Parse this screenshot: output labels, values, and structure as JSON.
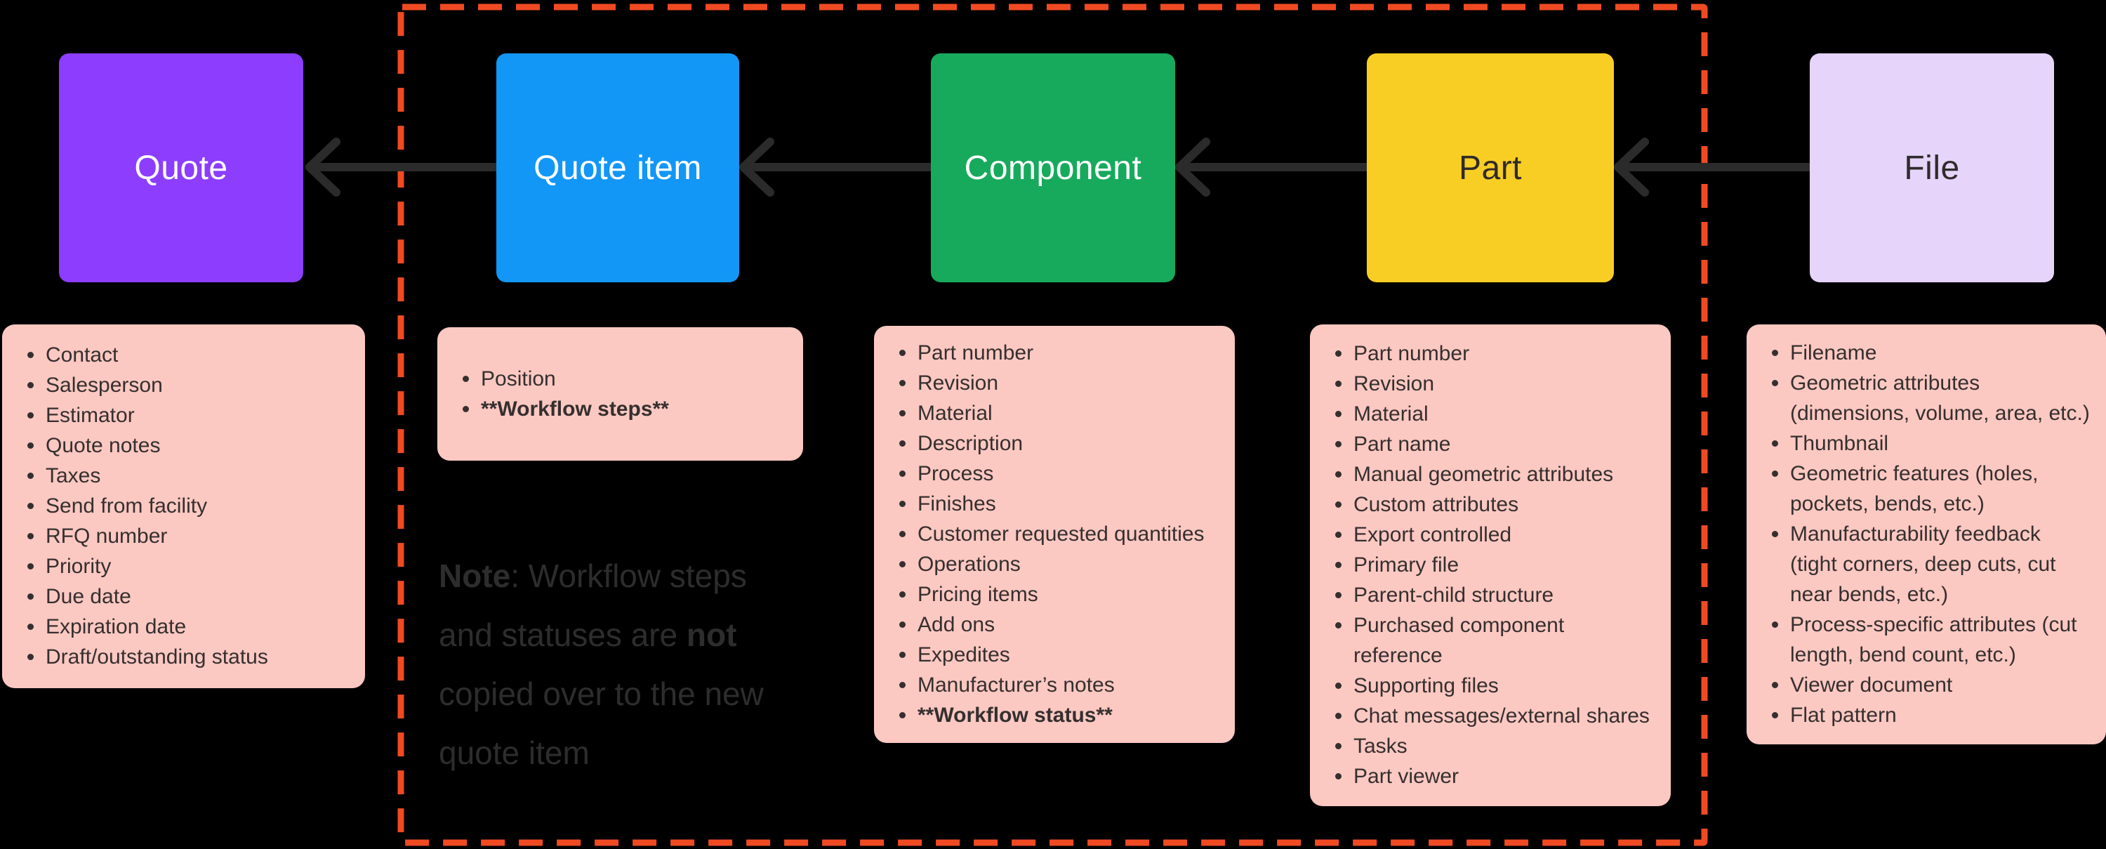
{
  "colors": {
    "background": "#000000",
    "list_bg": "#FCC8C2",
    "list_text": "#352F2F",
    "dashed_border": "#F04A23",
    "arrow": "#2B2B2B",
    "note_text": "#2D2D2D"
  },
  "nodes": [
    {
      "label": "Quote",
      "color": "#8C3DFE",
      "text_color": "#FFFFFF"
    },
    {
      "label": "Quote item",
      "color": "#1297F6",
      "text_color": "#FFFFFF"
    },
    {
      "label": "Component",
      "color": "#17AA5C",
      "text_color": "#FFFFFF"
    },
    {
      "label": "Part",
      "color": "#F8CE25",
      "text_color": "#2F2B2B"
    },
    {
      "label": "File",
      "color": "#E6D4FB",
      "text_color": "#2F2B2B"
    }
  ],
  "arrows": [
    {
      "from": "Quote item",
      "to": "Quote"
    },
    {
      "from": "Component",
      "to": "Quote item"
    },
    {
      "from": "Part",
      "to": "Component"
    },
    {
      "from": "File",
      "to": "Part"
    }
  ],
  "dashed_region": {
    "encloses": [
      "Quote item",
      "Component",
      "Part"
    ]
  },
  "lists": {
    "quote": [
      "Contact",
      "Salesperson",
      "Estimator",
      "Quote notes",
      "Taxes",
      "Send from facility",
      "RFQ number",
      "Priority",
      "Due date",
      "Expiration date",
      "Draft/outstanding status"
    ],
    "quote_item": [
      "Position",
      "**Workflow steps**"
    ],
    "component": [
      "Part number",
      "Revision",
      "Material",
      "Description",
      "Process",
      "Finishes",
      "Customer requested quantities",
      "Operations",
      "Pricing items",
      "Add ons",
      "Expedites",
      "Manufacturer’s notes",
      "**Workflow status**"
    ],
    "part": [
      "Part number",
      "Revision",
      "Material",
      "Part name",
      "Manual geometric attributes",
      "Custom attributes",
      "Export controlled",
      "Primary file",
      "Parent-child structure",
      "Purchased component\nreference",
      "Supporting files",
      "Chat messages/external shares",
      "Tasks",
      "Part viewer"
    ],
    "file": [
      "Filename",
      "Geometric attributes\n(dimensions, volume, area, etc.)",
      "Thumbnail",
      "Geometric features (holes,\npockets, bends, etc.)",
      "Manufacturability feedback\n(tight corners, deep cuts, cut\nnear bends, etc.)",
      "Process-specific attributes (cut\nlength, bend count, etc.)",
      "Viewer document",
      "Flat pattern"
    ]
  },
  "note": {
    "lead": "Note",
    "sep": ": ",
    "body1": "Workflow steps and statuses are ",
    "emph": "not",
    "body2": " copied over to the new quote item"
  }
}
